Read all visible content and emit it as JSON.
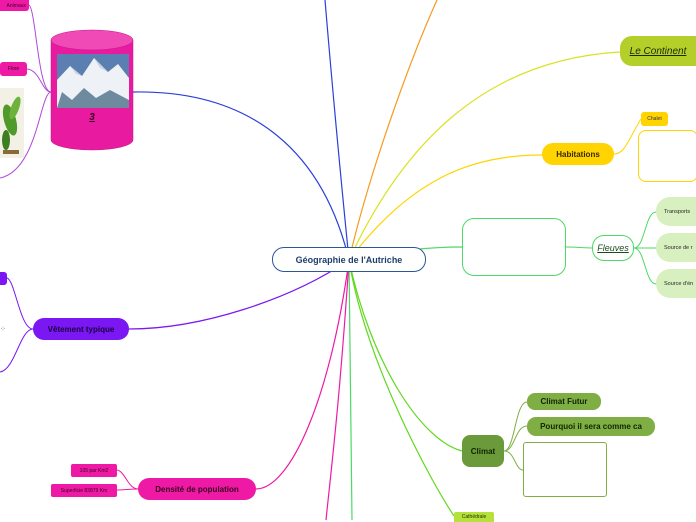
{
  "central": {
    "label": "Géographie de l'Autriche"
  },
  "continent": {
    "label": "Le Continent"
  },
  "habitations": {
    "label": "Habitations",
    "chalet": "Chalet"
  },
  "fleuves": {
    "label": "Fleuves",
    "children": [
      "Transports",
      "Source de r",
      "Source d'én"
    ]
  },
  "climat": {
    "label": "Climat",
    "children": [
      "Climat Futur",
      "Pourquoi il sera comme ca"
    ]
  },
  "vetement": {
    "label": "Vêtement typique",
    "side_glyph": "⁘"
  },
  "densite": {
    "label": "Densité de population",
    "children": [
      "105 par Km2",
      "Superficie 83879 Km"
    ]
  },
  "flore": {
    "top_label": "Animaux",
    "label": "Flore",
    "cylinder_label": "3"
  },
  "cathedrale": {
    "label": "Cathédrale"
  },
  "colors": {
    "central_border": "#2b5797",
    "continent": "#b5cf2a",
    "habitations": "#ffd400",
    "fleuves": "#4cd965",
    "climat": "#6b9a3a",
    "vetement": "#7a17f2",
    "densite": "#ee1aa6"
  }
}
